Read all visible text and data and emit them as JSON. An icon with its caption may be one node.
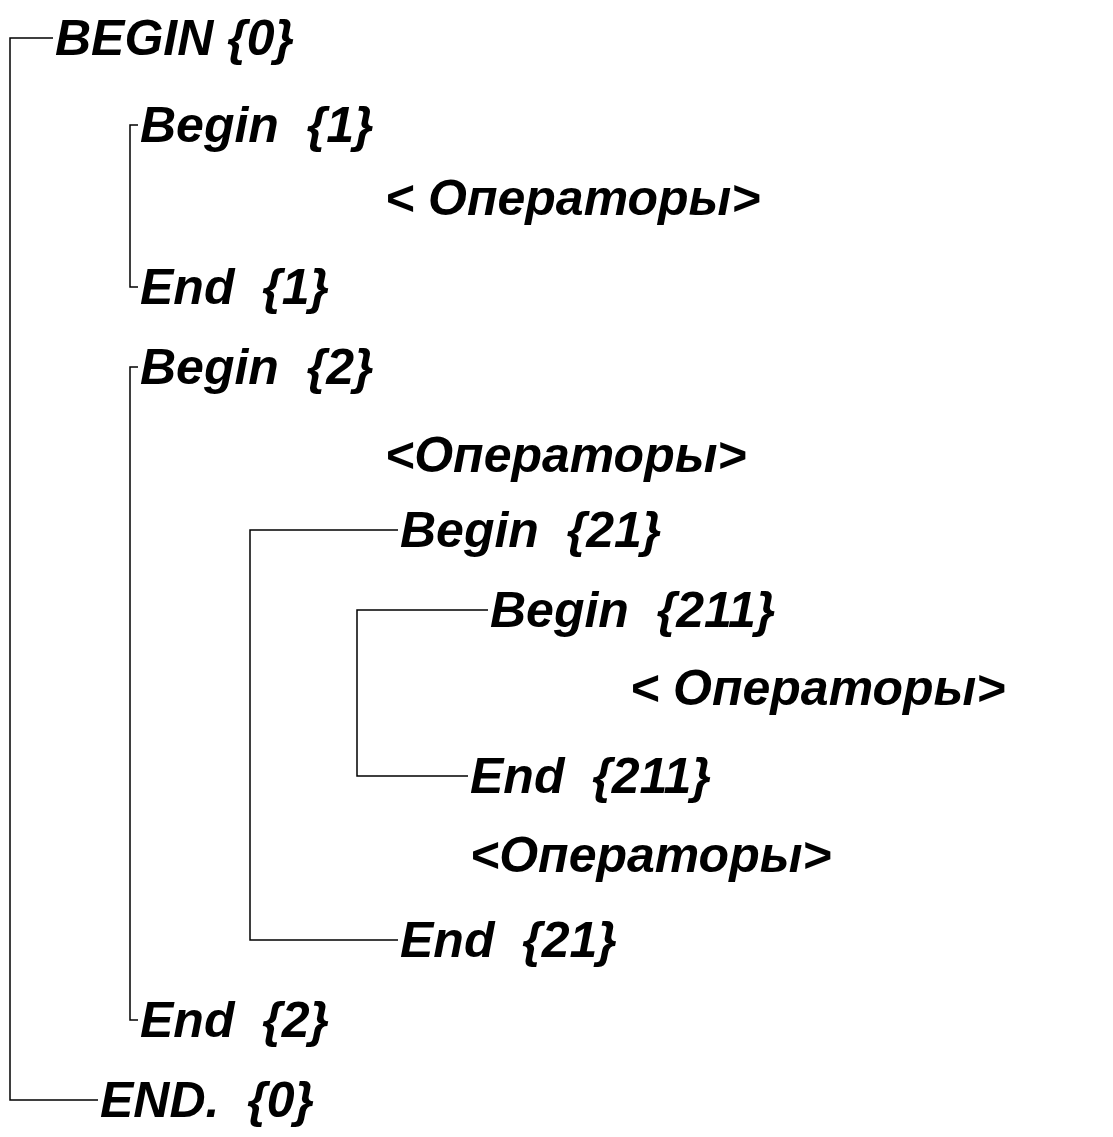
{
  "diagram": {
    "nodes": [
      {
        "text": [
          "BEGIN {0}"
        ]
      },
      {
        "text": [
          "Begin  {1}"
        ]
      },
      {
        "text": [
          "End  {1}"
        ]
      },
      {
        "text": [
          "Begin  {2}"
        ]
      },
      {
        "text": [
          "Begin  {21}"
        ]
      },
      {
        "text": [
          "Begin  {211}"
        ]
      },
      {
        "text": [
          "End  {211}"
        ]
      },
      {
        "text": [
          "End  {21}"
        ]
      },
      {
        "text": [
          "End  {2}"
        ]
      },
      {
        "text": [
          "END.  {0}"
        ]
      }
    ],
    "edges": [
      {
        "from": 0,
        "to": 9,
        "arrow": "none"
      },
      {
        "from": 1,
        "to": 2,
        "arrow": "none"
      },
      {
        "from": 3,
        "to": 8,
        "arrow": "none"
      },
      {
        "from": 4,
        "to": 7,
        "arrow": "none"
      },
      {
        "from": 5,
        "to": 6,
        "arrow": "none"
      }
    ],
    "labels": [
      "< Операторы>",
      "<Операторы>",
      "< Операторы>",
      "<Операторы>"
    ]
  }
}
